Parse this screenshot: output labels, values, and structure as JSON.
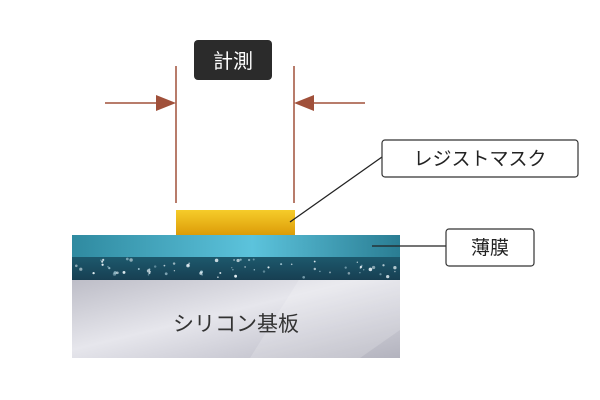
{
  "labels": {
    "measurement": "計測",
    "resist_mask": "レジストマスク",
    "thin_film": "薄膜",
    "silicon_substrate": "シリコン基板"
  },
  "colors": {
    "arrow": "#a0503a",
    "measurement_box_fill": "#2b2b2b",
    "measurement_text": "#ffffff",
    "resist_top": "#f2c21b",
    "resist_bottom": "#d99a06",
    "thin_film_light": "#5cc3dc",
    "thin_film_dark": "#1f6f86",
    "particle_layer": "#1e4a5c",
    "substrate_light": "#e4e4ea",
    "substrate_dark": "#a9a9b4",
    "callout_stroke": "#222222"
  }
}
